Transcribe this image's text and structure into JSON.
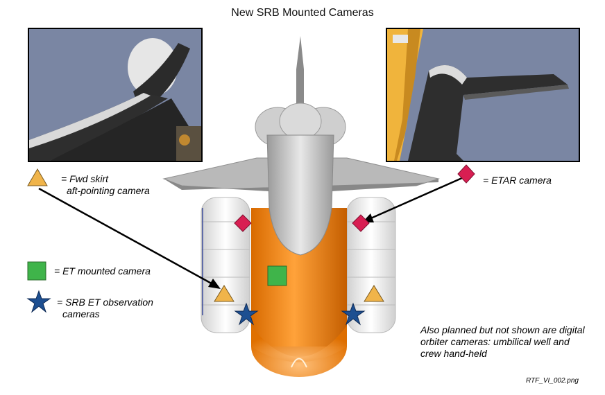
{
  "title": "New SRB Mounted Cameras",
  "legend": {
    "fwd_skirt_line1": "= Fwd skirt",
    "fwd_skirt_line2": "aft-pointing camera",
    "etar": "= ETAR camera",
    "et_mounted": "= ET mounted camera",
    "srb_et_line1": "= SRB ET observation",
    "srb_et_line2": "cameras"
  },
  "note": "Also planned but not shown are digital orbiter cameras: umbilical well and crew hand-held",
  "filename": "RTF_VI_002.png",
  "colors": {
    "triangle": "#f0b44a",
    "diamond": "#d81e52",
    "square": "#3fb44a",
    "star": "#1d4f91",
    "et_tank": "#f28a0c"
  }
}
